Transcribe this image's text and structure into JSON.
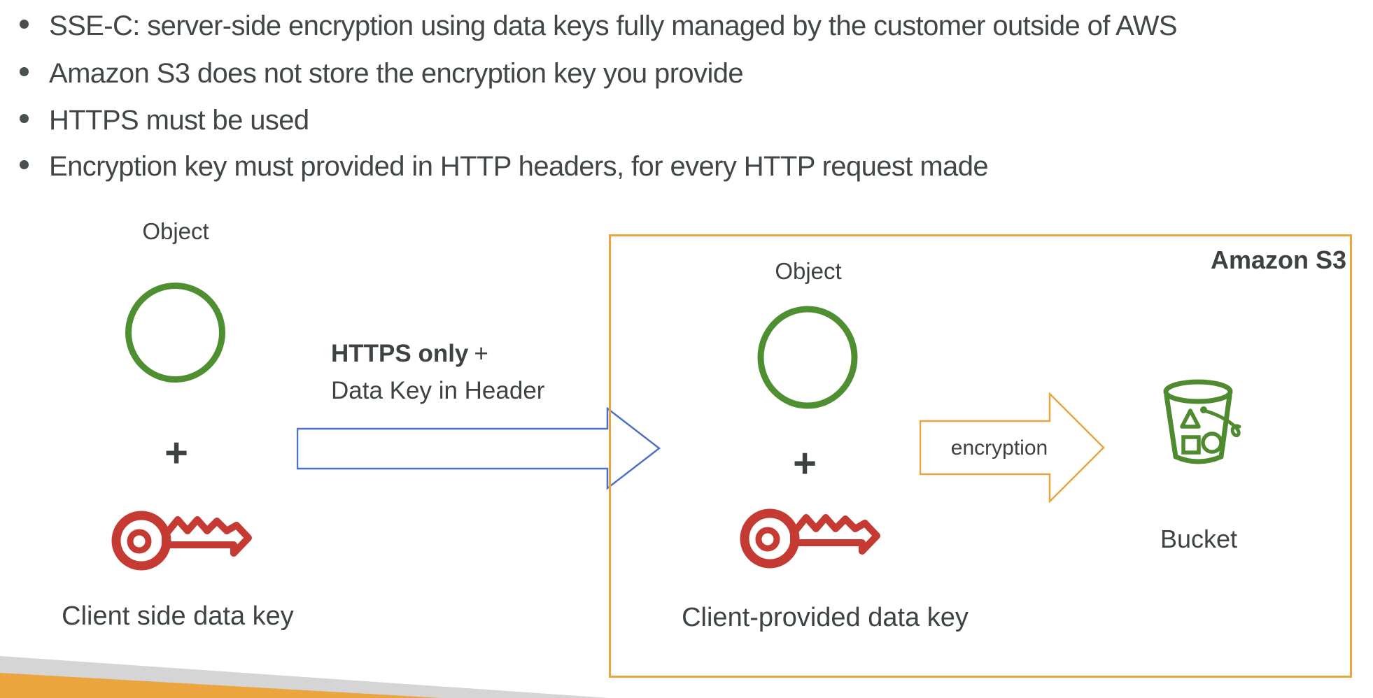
{
  "slide": {
    "bullets": [
      "SSE-C: server-side encryption using data keys fully managed by the customer outside of AWS",
      "Amazon S3 does not store the encryption key you provide",
      "HTTPS must be used",
      "Encryption key must provided in HTTP headers, for every HTTP request made"
    ]
  },
  "client_side": {
    "object_label": "Object",
    "plus_sign": "+",
    "key_caption": "Client side data key"
  },
  "transfer": {
    "https_bold": "HTTPS only",
    "plus_suffix": "+",
    "line2": "Data Key in Header"
  },
  "s3_box": {
    "title": "Amazon S3",
    "object_label": "Object",
    "plus_sign": "+",
    "key_caption": "Client-provided data key",
    "encryption_label": "encryption",
    "bucket_caption": "Bucket"
  },
  "colors": {
    "text": "#3f4543",
    "object_green": "#4e8f31",
    "key_red": "#c53b33",
    "transfer_arrow_blue": "#4a71c3",
    "s3_orange": "#eba43e",
    "footer_gray": "#d5d5d5"
  }
}
